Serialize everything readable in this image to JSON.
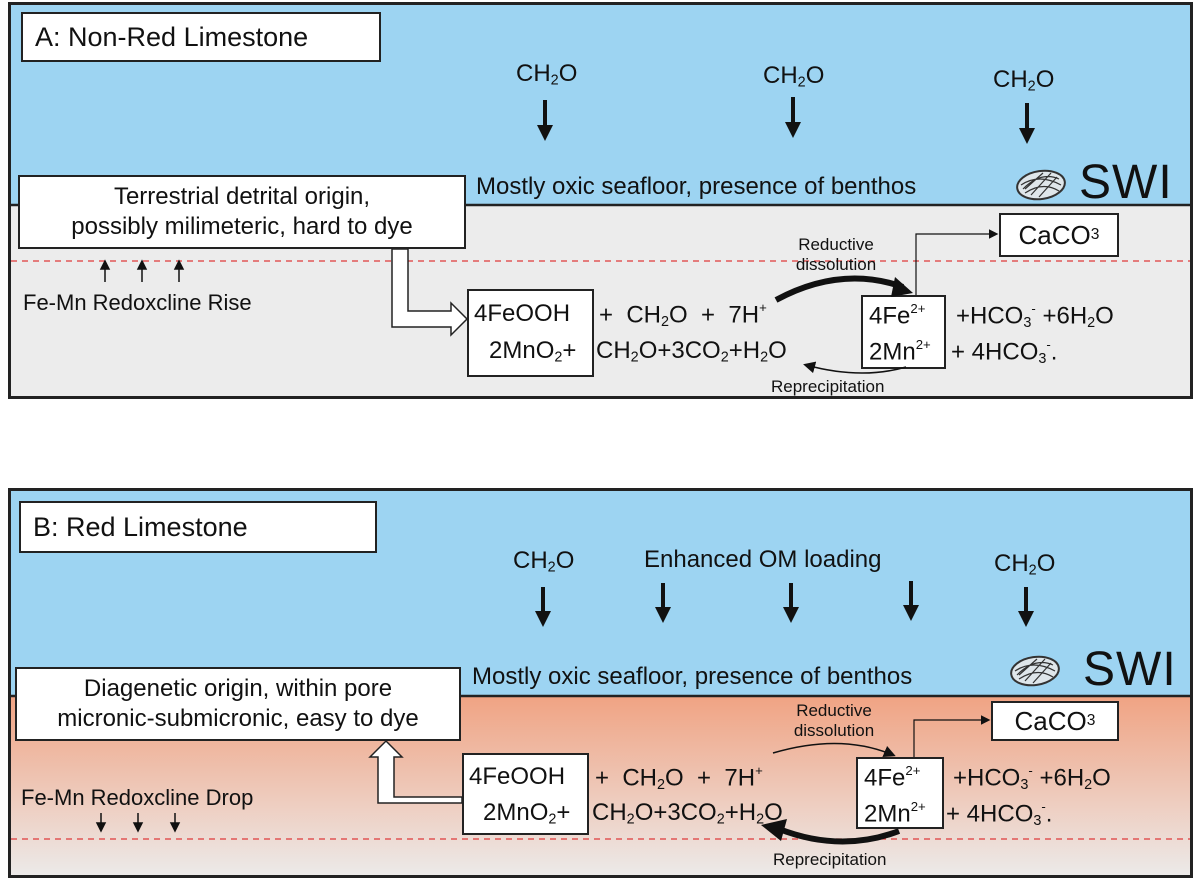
{
  "colors": {
    "sea": "#9dd4f2",
    "sediment_a": "#ececec",
    "sediment_b_top": "#f0a383",
    "sediment_b_bottom": "#ececec",
    "redox_line": "#e03a3a"
  },
  "panel_a": {
    "title": "A: Non-Red Limestone",
    "ch2o_labels": [
      "CH2O",
      "CH2O",
      "CH2O"
    ],
    "seafloor_text": "Mostly oxic seafloor, presence of benthos",
    "swi_label": "SWI",
    "origin_line1": "Terrestrial detrital origin,",
    "origin_line2": "possibly milimeteric, hard to dye",
    "redoxcline_label": "Fe-Mn Redoxcline Rise",
    "caco3": "CaCO3",
    "reductive_line1": "Reductive",
    "reductive_line2": "dissolution",
    "reprecipitation": "Reprecipitation",
    "reactants_line1": "4FeOOH",
    "reactants_line2": "2MnO2+",
    "reactant_extra_line1": "+  CH2O  +  7H+",
    "reactant_extra_line2": "CH2O+3CO2+H2O",
    "products_line1": "4Fe2+",
    "products_line2": "2Mn2+",
    "product_extra_line1": "+HCO3- +6H2O",
    "product_extra_line2": "+ 4HCO3-."
  },
  "panel_b": {
    "title": "B: Red Limestone",
    "ch2o_labels": [
      "CH2O",
      "CH2O"
    ],
    "om_loading": "Enhanced OM loading",
    "seafloor_text": "Mostly oxic seafloor, presence of benthos",
    "swi_label": "SWI",
    "origin_line1": "Diagenetic origin, within pore",
    "origin_line2": "micronic-submicronic, easy to dye",
    "redoxcline_label": "Fe-Mn Redoxcline Drop",
    "caco3": "CaCO3",
    "reductive_line1": "Reductive",
    "reductive_line2": "dissolution",
    "reprecipitation": "Reprecipitation",
    "reactants_line1": "4FeOOH",
    "reactants_line2": "2MnO2+",
    "reactant_extra_line1": "+  CH2O  +  7H+",
    "reactant_extra_line2": "CH2O+3CO2+H2O",
    "products_line1": "4Fe2+",
    "products_line2": "2Mn2+",
    "product_extra_line1": "+HCO3- +6H2O",
    "product_extra_line2": "+ 4HCO3-."
  }
}
